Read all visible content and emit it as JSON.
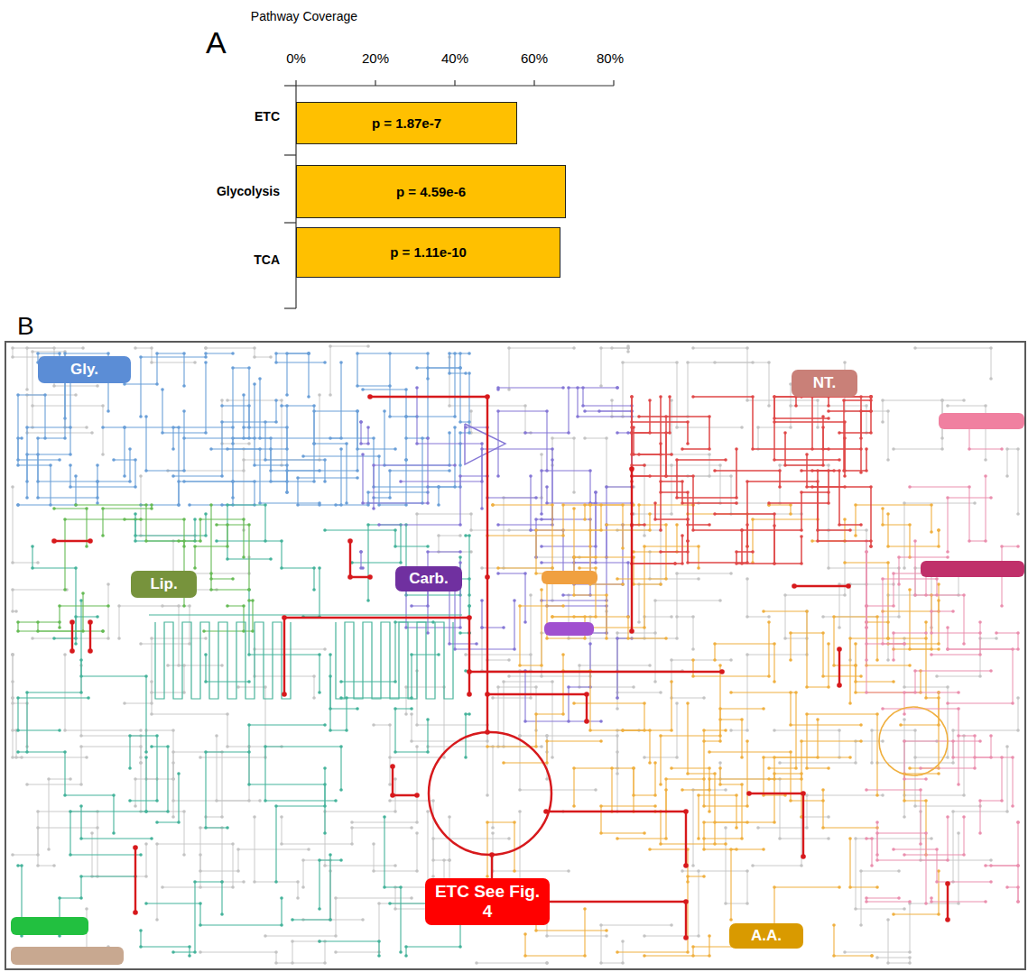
{
  "diagram": {
    "nodes": [
      {
        "text": [
          "p = 1.87e-7"
        ]
      },
      {
        "text": [
          "p = 4.59e-6"
        ]
      },
      {
        "text": [
          "p = 1.11e-10"
        ]
      },
      {
        "text": [
          "B"
        ]
      },
      {
        "text": [
          "Gly."
        ],
        "in": 3
      },
      {
        "text": [
          "NT."
        ],
        "in": 3
      },
      {
        "text": [
          "Lip."
        ],
        "in": 3
      },
      {
        "text": [
          "Carb."
        ],
        "in": 3
      },
      {
        "text": [
          "ETC See Fig. 4"
        ],
        "in": 3
      },
      {
        "text": [
          "A.A."
        ],
        "in": 3
      }
    ],
    "labels": [
      "A",
      "Pathway Coverage",
      "0%",
      "20%",
      "40%",
      "60%",
      "80%",
      "ETC",
      "Glycolysis",
      "TCA"
    ]
  }
}
